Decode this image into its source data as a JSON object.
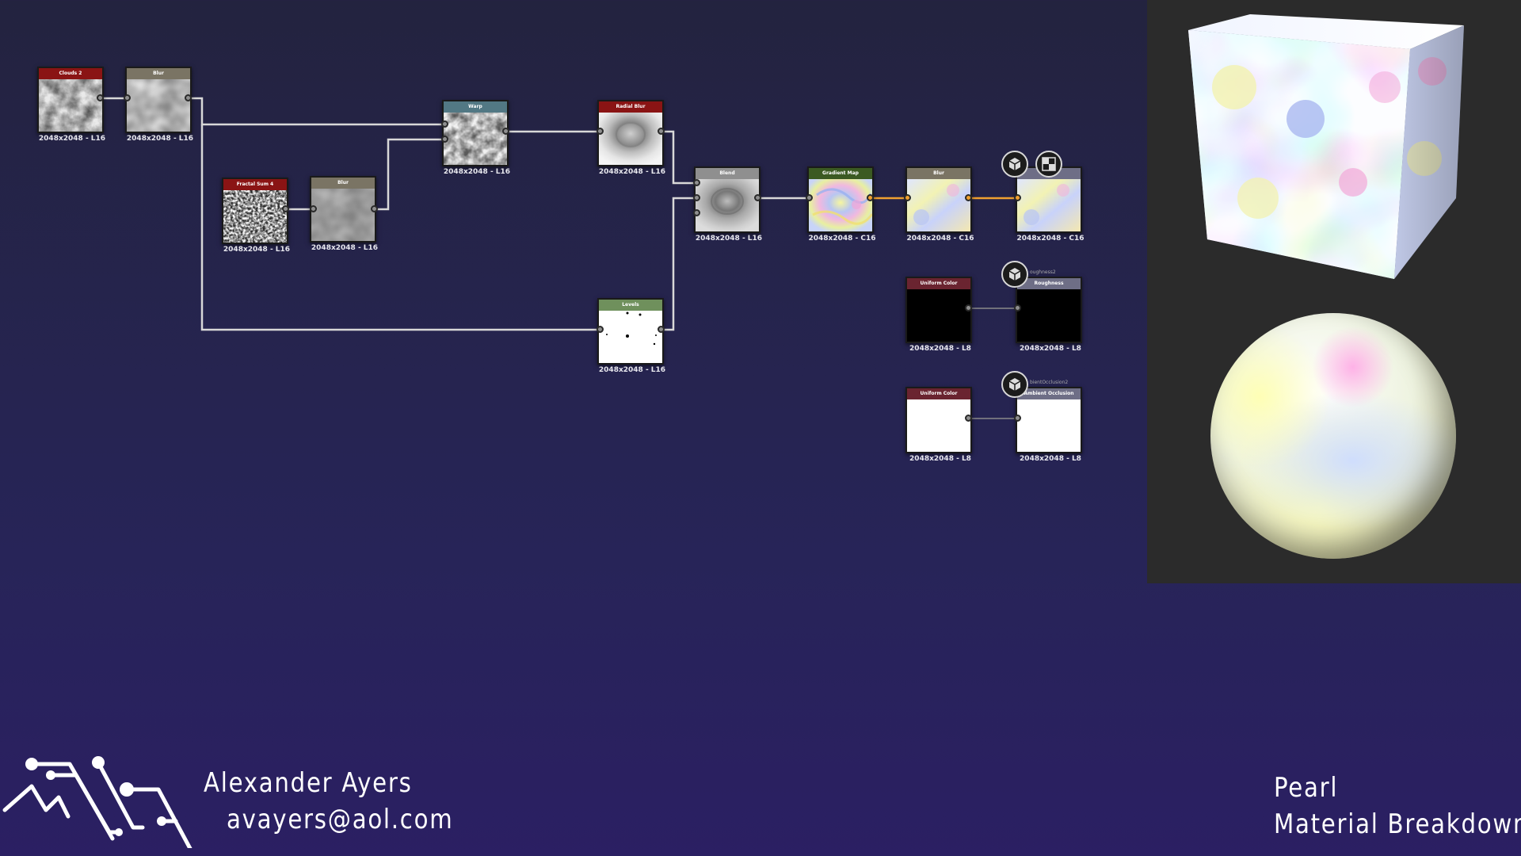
{
  "colors": {
    "bg_top": "#23233f",
    "bg_bottom": "#2b1f63",
    "header_red": "#8a1414",
    "header_khaki": "#7a7464",
    "header_teal": "#527884",
    "header_green": "#3b5a22",
    "header_lightgreen": "#6f905c",
    "header_maroon": "#6a2430",
    "header_slate": "#6e6e86",
    "header_grey": "#8f8f8f",
    "wire_white": "#d8d8d8",
    "wire_orange": "#f0a030",
    "preview_bg": "#2b2b2b"
  },
  "graph": {
    "nodes": [
      {
        "id": "clouds",
        "label": "Clouds 2",
        "res": "2048x2048 - L16",
        "color": "#8a1414",
        "thumb": "clouds"
      },
      {
        "id": "blur1",
        "label": "Blur",
        "res": "2048x2048 - L16",
        "color": "#7a7464",
        "thumb": "clouds-blur"
      },
      {
        "id": "fractal",
        "label": "Fractal Sum 4",
        "res": "2048x2048 - L16",
        "color": "#8a1414",
        "thumb": "fractal-noise"
      },
      {
        "id": "blur2",
        "label": "Blur",
        "res": "2048x2048 - L16",
        "color": "#7a7464",
        "thumb": "soft-noise"
      },
      {
        "id": "warp",
        "label": "Warp",
        "res": "2048x2048 - L16",
        "color": "#527884",
        "thumb": "warped-clouds"
      },
      {
        "id": "radialblur",
        "label": "Radial Blur",
        "res": "2048x2048 - L16",
        "color": "#8a1414",
        "thumb": "radial-swirl"
      },
      {
        "id": "levels",
        "label": "Levels",
        "res": "2048x2048 - L16",
        "color": "#6f905c",
        "thumb": "white-speckle"
      },
      {
        "id": "blend",
        "label": "Blend",
        "res": "2048x2048 - L16",
        "color": "#8f8f8f",
        "thumb": "grey-swirl"
      },
      {
        "id": "gradmap",
        "label": "Gradient Map",
        "res": "2048x2048 - C16",
        "color": "#3b5a22",
        "thumb": "pearl-color-sharp"
      },
      {
        "id": "blur3",
        "label": "Blur",
        "res": "2048x2048 - C16",
        "color": "#7a7464",
        "thumb": "pearl-color-soft"
      },
      {
        "id": "basecolor",
        "label": "",
        "res": "2048x2048 - C16",
        "color": "#6e6e86",
        "thumb": "pearl-color-soft"
      },
      {
        "id": "uniform1",
        "label": "Uniform Color",
        "res": "2048x2048 - L8",
        "color": "#6a2430",
        "thumb": "black"
      },
      {
        "id": "roughness",
        "label": "Roughness",
        "res": "2048x2048 - L8",
        "color": "#6e6e86",
        "thumb": "black",
        "tag": "oughness2"
      },
      {
        "id": "uniform2",
        "label": "Uniform Color",
        "res": "2048x2048 - L8",
        "color": "#6a2430",
        "thumb": "white"
      },
      {
        "id": "ao",
        "label": "Ambient Occlusion",
        "res": "2048x2048 - L8",
        "color": "#6e6e86",
        "thumb": "white",
        "tag": "bientOcclusion2"
      }
    ],
    "output_icons": [
      "cube-icon",
      "checker-icon",
      "cube-icon",
      "cube-icon"
    ]
  },
  "preview": {
    "cube_icon": "pearl-material-cube",
    "sphere_icon": "pearl-material-sphere"
  },
  "footer": {
    "logo_icon": "circuit-logo",
    "author_name": "Alexander Ayers",
    "author_email": "avayers@aol.com",
    "material_name": "Pearl",
    "material_subtitle": "Material Breakdown"
  }
}
